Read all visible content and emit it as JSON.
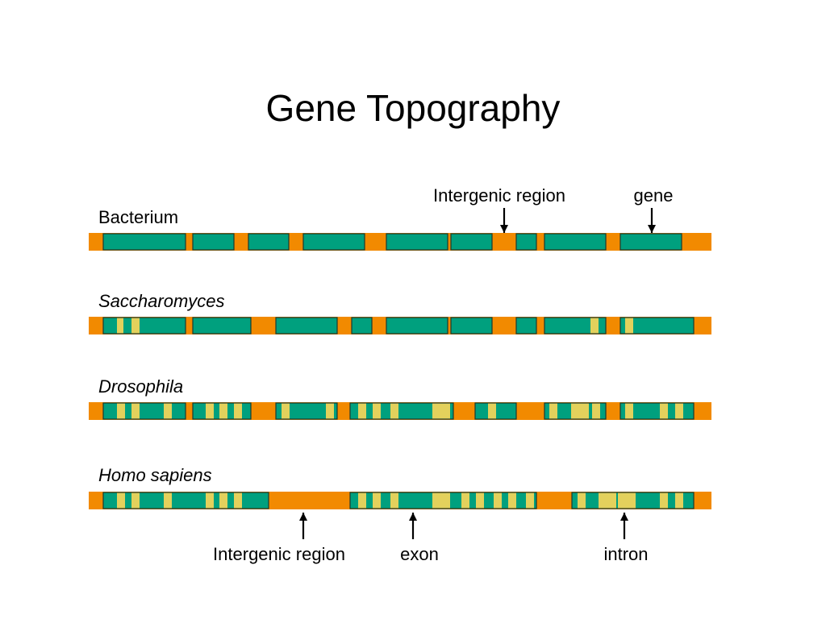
{
  "slide": {
    "title": "Gene Topography"
  },
  "colors": {
    "intergenic": "#F28A00",
    "gene": "#00A07E",
    "gene_outline": "#1A3A30",
    "intron": "#E3D15C",
    "arrow": "#000000"
  },
  "organisms": [
    {
      "name": "Bacterium",
      "italic": false
    },
    {
      "name": "Saccharomyces",
      "italic": true
    },
    {
      "name": "Drosophila",
      "italic": true
    },
    {
      "name": "Homo sapiens",
      "italic": true
    }
  ],
  "annotations": {
    "top": [
      {
        "text": "Intergenic region",
        "points_to": "intergenic"
      },
      {
        "text": "gene",
        "points_to": "gene"
      }
    ],
    "bottom": [
      {
        "text": "Intergenic region",
        "points_to": "intergenic"
      },
      {
        "text": "exon",
        "points_to": "exon"
      },
      {
        "text": "intron",
        "points_to": "intron"
      }
    ]
  }
}
